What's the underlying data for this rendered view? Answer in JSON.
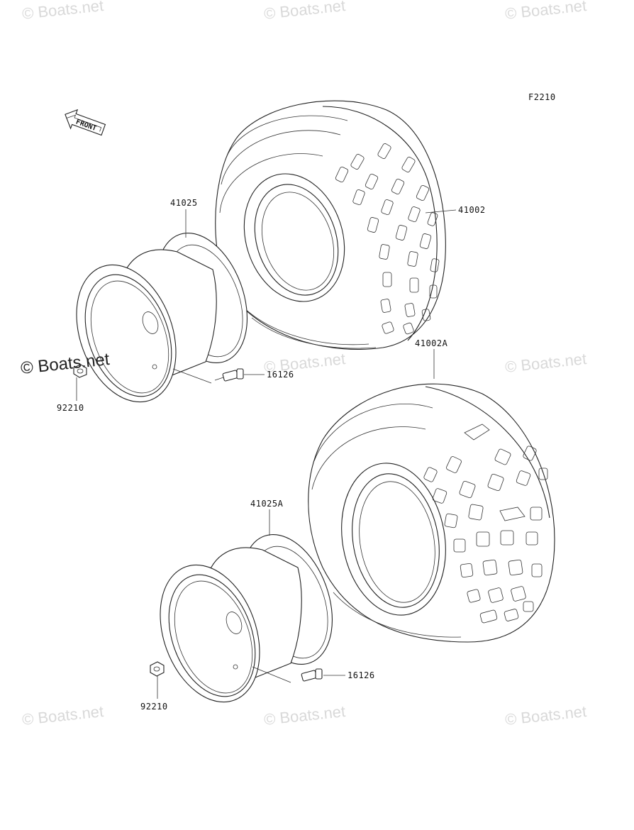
{
  "figure_code": "F2210",
  "front_indicator": {
    "text": "FRONT"
  },
  "watermarks": [
    "© Boats.net",
    "© Boats.net",
    "© Boats.net",
    "© Boats.net",
    "© Boats.net",
    "© Boats.net",
    "© Boats.net",
    "© Boats.net",
    "© Boats.net"
  ],
  "overlay_watermark": "© Boats.net",
  "parts": {
    "tire_front": "41002",
    "rim_front": "41025",
    "valve_front": "16126",
    "nut_front": "92210",
    "tire_rear": "41002A",
    "rim_rear": "41025A",
    "valve_rear": "16126",
    "nut_rear": "92210"
  }
}
